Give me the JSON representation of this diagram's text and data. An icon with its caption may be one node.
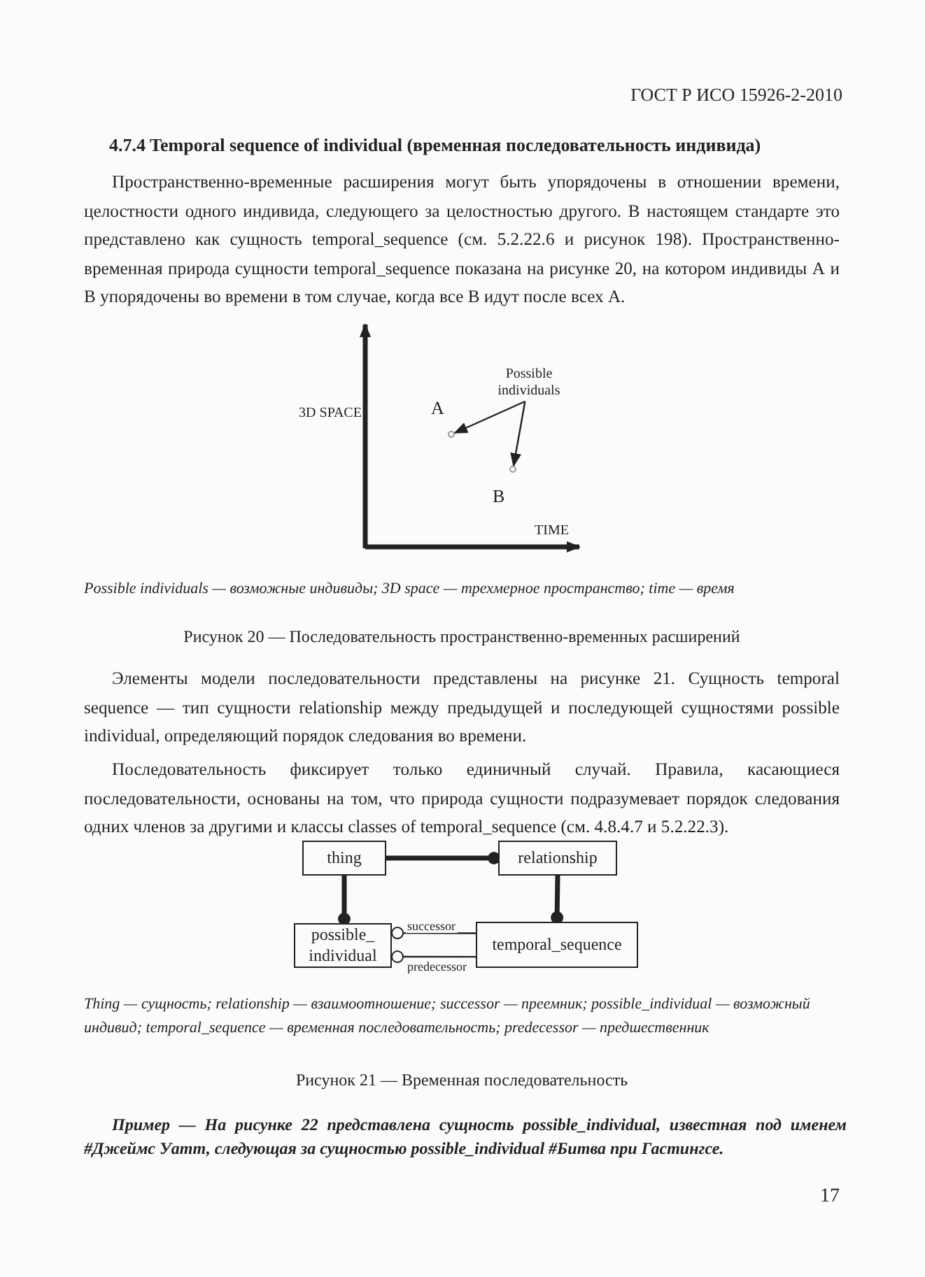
{
  "diagram": {
    "title": "4.7.4 Temporal sequence of individual (временная последовательность индивида)",
    "nodes": [
      {
        "text": [
          "Possible individuals"
        ]
      },
      {
        "text": [],
        "shape": "circle"
      },
      {
        "text": [],
        "shape": "circle"
      },
      {
        "text": [
          "thing"
        ]
      },
      {
        "text": [
          "relationship"
        ]
      },
      {
        "text": [
          "possible_ individual"
        ]
      },
      {
        "text": [
          "temporal_sequence"
        ]
      }
    ],
    "edges": [
      {
        "from": 0,
        "to": 1,
        "arrow": "to"
      },
      {
        "from": 0,
        "to": 2,
        "arrow": "to"
      },
      {
        "from": 3,
        "to": 4,
        "arrow": "other",
        "style": "thick"
      },
      {
        "from": 3,
        "to": 5,
        "arrow": "other",
        "style": "thick"
      },
      {
        "from": 4,
        "to": 6,
        "arrow": "other",
        "style": "thick"
      },
      {
        "from": 6,
        "to": 5,
        "arrow": "other",
        "label": "successor"
      },
      {
        "from": 6,
        "to": 5,
        "arrow": "other",
        "label": "predecessor"
      }
    ],
    "labels": [
      "ГОСТ Р ИСО 15926-2-2010",
      "Пространственно-временные расширения могут быть упорядочены в отношении времени, целостности одного индивида, следующего за целостностью другого. В настоящем стандарте это представлено как сущность temporal_sequence (см. 5.2.22.6 и рисунок 198). Пространственно-временная природа сущности temporal_sequence показана на рисунке 20, на котором индивиды А и В упорядочены во времени в том случае, когда все В идут после всех А.",
      "3D SPACE",
      "A",
      "B",
      "TIME",
      "Possible individuals — возможные индивиды; 3D space — трехмерное пространство; time — время",
      "Рисунок 20 — Последовательность пространственно-временных расширений",
      "Элементы модели последовательности представлены на рисунке 21. Сущность temporal sequence — тип сущности relationship между предыдущей и последующей сущностями possible individual, определяющий порядок следования во времени.",
      "Последовательность фиксирует только единичный случай. Правила, касающиеся последовательности, основаны на том, что природа сущности подразумевает порядок следования одних членов за другими и классы classes of temporal_sequence (см. 4.8.4.7 и 5.2.22.3).",
      "Thing — сущность; relationship — взаимоотношение; successor — преемник; possible_individual — возможный индивид; temporal_sequence — временная последовательность; predecessor — предшественник",
      "Рисунок 21 — Временная последовательность",
      "Пример — На рисунке 22 представлена сущность possible_individual, известная под именем #Джеймс Уатт, следующая за сущностью possible_individual #Битва при Гастингсе.",
      "17"
    ]
  }
}
